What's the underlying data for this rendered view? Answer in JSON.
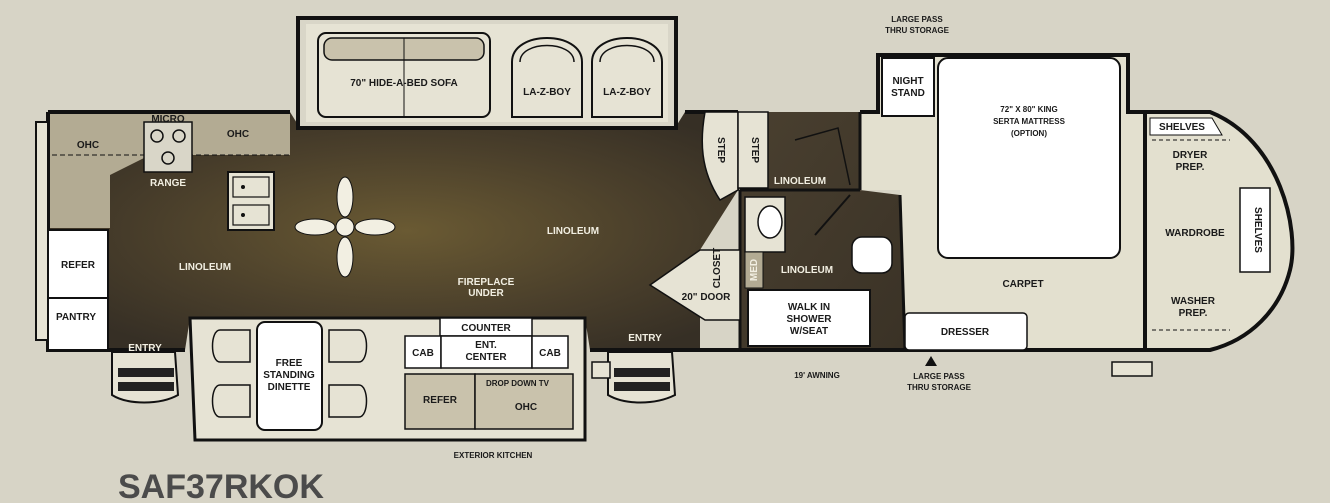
{
  "model_name": "SAF37RKOK",
  "labels": {
    "sofa": "70\" HIDE-A-BED SOFA",
    "lazboy_1": "LA-Z-BOY",
    "lazboy_2": "LA-Z-BOY",
    "micro": "MICRO",
    "ohc_left": "OHC",
    "ohc_mid": "OHC",
    "range": "RANGE",
    "refer": "REFER",
    "pantry": "PANTRY",
    "linoleum_kitchen": "LINOLEUM",
    "linoleum_living": "LINOLEUM",
    "linoleum_hall": "LINOLEUM",
    "linoleum_bath": "LINOLEUM",
    "entry_left": "ENTRY",
    "entry_right": "ENTRY",
    "free_standing_dinette": [
      "FREE",
      "STANDING",
      "DINETTE"
    ],
    "fireplace_under": [
      "FIREPLACE",
      "UNDER"
    ],
    "counter": "COUNTER",
    "ent_center": [
      "ENT.",
      "CENTER"
    ],
    "cab_left": "CAB",
    "cab_right": "CAB",
    "ext_refer": "REFER",
    "drop_down_tv": "DROP DOWN TV",
    "ext_ohc": "OHC",
    "exterior_kitchen": "EXTERIOR KITCHEN",
    "step_1": "STEP",
    "step_2": "STEP",
    "closet": "CLOSET",
    "door_20": "20\" DOOR",
    "med": "MED",
    "walk_in_shower": [
      "WALK IN",
      "SHOWER",
      "W/SEAT"
    ],
    "awning": "19' AWNING",
    "large_pass_top": [
      "LARGE PASS",
      "THRU STORAGE"
    ],
    "large_pass_bottom": [
      "LARGE PASS",
      "THRU STORAGE"
    ],
    "night_stand": [
      "NIGHT",
      "STAND"
    ],
    "mattress": [
      "72\" X 80\" KING",
      "SERTA MATTRESS",
      "(OPTION)"
    ],
    "carpet": "CARPET",
    "dresser": "DRESSER",
    "shelves_top": "SHELVES",
    "dryer_prep": [
      "DRYER",
      "PREP."
    ],
    "wardrobe": "WARDROBE",
    "shelves_side": "SHELVES",
    "washer_prep": [
      "WASHER",
      "PREP."
    ]
  },
  "colors": {
    "background": "#d7d4c6",
    "wall": "#111111",
    "linoleum_dark": "#3a3326",
    "linoleum_mid": "#5a4d31",
    "carpet": "#e3e0cf",
    "counter_tan": "#b3ab93",
    "furniture_tan": "#c9c2ac"
  }
}
